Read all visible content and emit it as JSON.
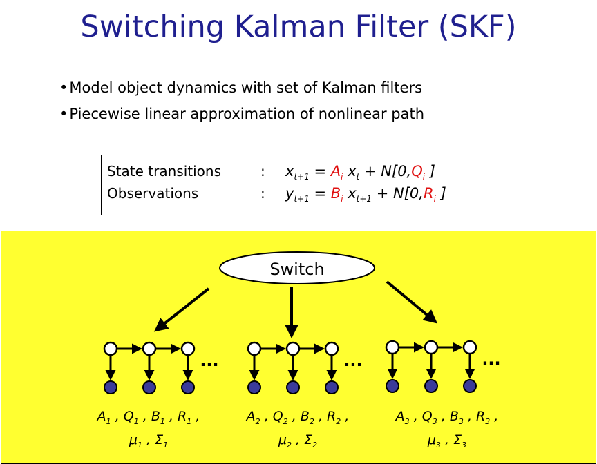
{
  "title": "Switching Kalman Filter (SKF)",
  "bullets": [
    "Model object dynamics with set of Kalman filters",
    "Piecewise linear approximation of nonlinear path"
  ],
  "equations": {
    "row1": {
      "label": "State transitions",
      "colon": ":"
    },
    "row2": {
      "label": "Observations",
      "colon": ":"
    }
  },
  "switch_label": "Switch",
  "ellipsis": "...",
  "params_groups": [
    {
      "index": "1",
      "line1": "A1 , Q1 , B1 , R1 ,",
      "line2": "μ1 , Σ1"
    },
    {
      "index": "2",
      "line1": "A2 , Q2 , B2 , R2 ,",
      "line2": "μ2 , Σ2"
    },
    {
      "index": "3",
      "line1": "A3 , Q3 , B3 , R3 ,",
      "line2": "μ3 , Σ3"
    }
  ],
  "colors": {
    "title": "#1f1f8f",
    "highlight": "#e01010",
    "panel": "#ffff30",
    "node_filled": "#3b3b9a",
    "node_empty": "#ffffff"
  }
}
